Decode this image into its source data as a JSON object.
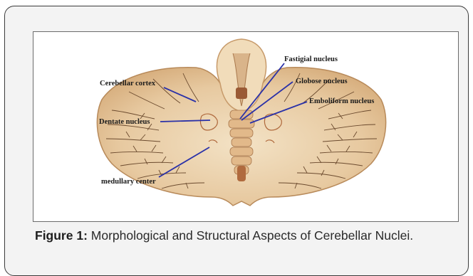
{
  "figure": {
    "labels": {
      "cerebellar_cortex": "Cerebellar cortex",
      "dentate_nucleus": "Dentate nucleus",
      "medullary_center": "medullary center",
      "fastigial_nucleus": "Fastigial nucleus",
      "globose_nucleus": "Globose nucleus",
      "emboliform_nucleus": "Emboliform nucleus"
    },
    "caption_prefix": "Figure 1:",
    "caption_text": " Morphological and Structural Aspects of Cerebellar Nuclei."
  },
  "colors": {
    "tissue": "#e9cfa8",
    "tissue_dark": "#c79a6a",
    "folia_line": "#6b4a2e",
    "pointer_line": "#2a31a8",
    "nucleus": "#b06a3e"
  }
}
